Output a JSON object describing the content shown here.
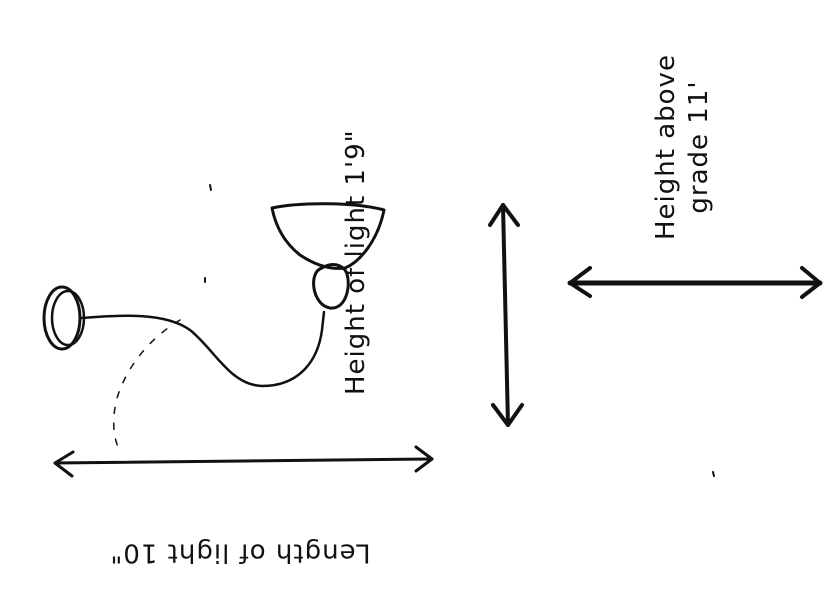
{
  "labels": {
    "height_of_light": "Height of light 1'9\"",
    "height_above_grade_line1": "Height above",
    "height_above_grade_line2": "grade 11'",
    "length_of_light": "Length of light 10\""
  },
  "colors": {
    "ink": "#111111",
    "paper": "#ffffff"
  }
}
